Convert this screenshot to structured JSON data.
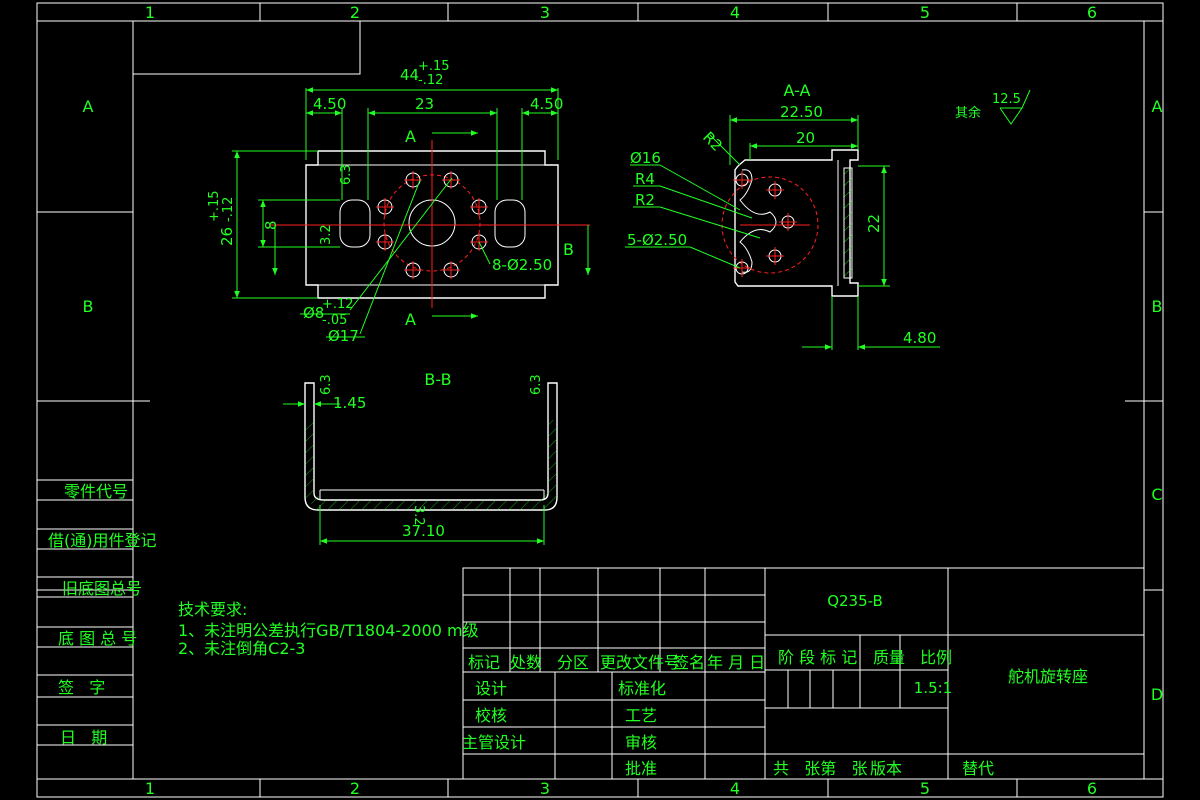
{
  "colors": {
    "background": "#000000",
    "outline": "#ffffff",
    "text": "#22ff22",
    "centerline": "#ff2020"
  },
  "grid": {
    "columns": [
      "1",
      "2",
      "3",
      "4",
      "5",
      "6"
    ],
    "rows": [
      "A",
      "B",
      "C",
      "D"
    ]
  },
  "left_panel": {
    "part_code": "零件代号",
    "borrow_register": "借(通)用件登记",
    "old_base_no": "旧底图总号",
    "base_no": "底 图 总 号",
    "signature": "签   字",
    "date": "日   期"
  },
  "tech_requirements": {
    "title": "技术要求:",
    "line1": "1、未注明公差执行GB/T1804-2000 m级",
    "line2": "2、未注倒角C2-3"
  },
  "title_block": {
    "material": "Q235-B",
    "header_mark": "标记",
    "header_count": "处数",
    "header_zone": "分区",
    "header_doc": "更改文件号",
    "header_sign": "签名",
    "header_date": "年 月 日",
    "stage_mark": "阶 段 标 记",
    "weight": "质量",
    "scale_label": "比例",
    "scale_value": "1.5:1",
    "part_name": "舵机旋转座",
    "design": "设计",
    "standardize": "标准化",
    "check": "校核",
    "process": "工艺",
    "chief_design": "主管设计",
    "review": "审核",
    "approve": "批准",
    "sheets": "共   张第   张",
    "version": "版本",
    "replace": "替代"
  },
  "views": {
    "main": {
      "section_label_top": "A",
      "section_label_bottom": "A",
      "section_label_right": "B",
      "dim_total_width": "44",
      "tol_total_plus": "+.15",
      "tol_total_minus": "-.12",
      "dim_left": "4.50",
      "dim_mid": "23",
      "dim_right": "4.50",
      "dim_height": "26",
      "tol_height_plus": "+.15",
      "tol_height_minus": "-.12",
      "dim_slot": "8",
      "dim_holes": "8-Ø2.50",
      "dim_bore": "Ø8",
      "tol_bore_plus": "+.12",
      "tol_bore_minus": "-.05",
      "dim_bolt_circle": "Ø17",
      "rough_a": "6.3",
      "rough_b": "3.2"
    },
    "section_a": {
      "title": "A-A",
      "dim_outer": "22.50",
      "dim_inner": "20",
      "dim_r2_top": "R2",
      "dim_d16": "Ø16",
      "dim_r4": "R4",
      "dim_r2": "R2",
      "dim_holes": "5-Ø2.50",
      "dim_height": "22",
      "dim_thickness": "4.80"
    },
    "section_b": {
      "title": "B-B",
      "dim_wall": "1.45",
      "dim_width": "37.10",
      "rough_l": "6.3",
      "rough_r": "6.3",
      "rough_bottom": "3.2"
    }
  },
  "roughness_note": {
    "label": "其余",
    "value": "12.5"
  }
}
